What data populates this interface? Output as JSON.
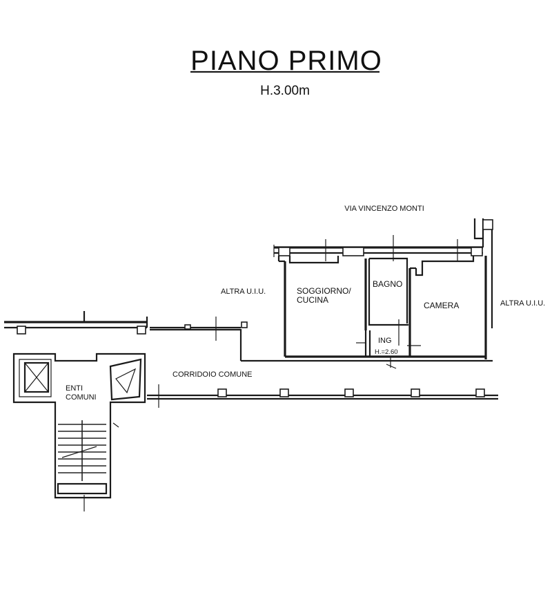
{
  "title": "PIANO PRIMO",
  "height_note": "H.3.00m",
  "street": "VIA VINCENZO MONTI",
  "rooms": {
    "soggiorno_line1": "SOGGIORNO/",
    "soggiorno_line2": "CUCINA",
    "bagno": "BAGNO",
    "camera": "CAMERA",
    "ingresso": "ING",
    "ingresso_height": "H.=2.60"
  },
  "adjacent": {
    "left": "ALTRA U.I.U.",
    "right": "ALTRA U.I.U."
  },
  "corridor": "CORRIDOIO COMUNE",
  "common": {
    "line1": "ENTI",
    "line2": "COMUNI"
  }
}
